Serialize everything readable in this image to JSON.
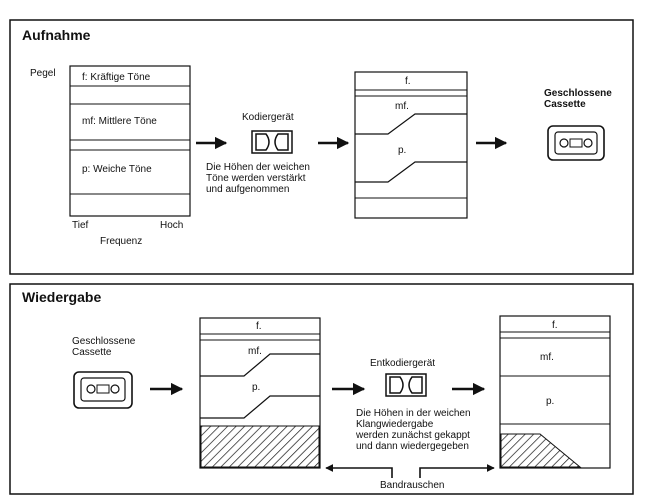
{
  "recording": {
    "title": "Aufnahme",
    "axis_y": "Pegel",
    "levels": [
      "f: Kräftige Töne",
      "mf: Mittlere Töne",
      "p: Weiche Töne"
    ],
    "axis_x_low": "Tief",
    "axis_x_high": "Hoch",
    "axis_x": "Frequenz",
    "device": "Kodiergerät",
    "note": "Die Höhen der weichen\nTöne werden verstärkt\nund aufgenommen",
    "box": {
      "top": "f.",
      "mid": "mf.",
      "low": "p."
    },
    "cassette": "Geschlossene\nCassette"
  },
  "playback": {
    "title": "Wiedergabe",
    "cassette": "Geschlossene\nCassette",
    "box_left": {
      "top": "f.",
      "mid": "mf.",
      "low": "p."
    },
    "device": "Entkodiergerät",
    "note": "Die Höhen in der weichen\nKlangwiedergabe\nwerden zunächst gekappt\nund dann wiedergegeben",
    "box_right": {
      "top": "f.",
      "mid": "mf.",
      "low": "p."
    },
    "noise": "Bandrauschen"
  },
  "icons": [
    "arrow-right-icon",
    "dolby-logo-icon",
    "cassette-icon",
    "hatch-noise-pattern"
  ]
}
